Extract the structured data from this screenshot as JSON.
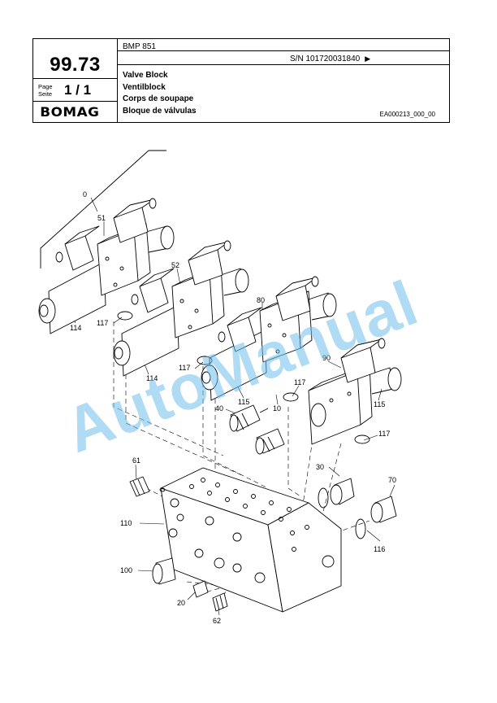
{
  "header": {
    "model": "BMP 851",
    "serial": "S/N 101720031840",
    "serial_arrow": "▶",
    "page_code": "99.73",
    "page_label_1": "Page",
    "page_label_2": "Seite",
    "page_number": "1 / 1",
    "logo": "BOMAG",
    "titles": [
      "Valve Block",
      "Ventilblock",
      "Corps de soupape",
      "Bloque de válvulas"
    ],
    "doc_id": "EA000213_000_00"
  },
  "watermark": "AutoManual",
  "part_labels": [
    "0",
    "51",
    "52",
    "80",
    "90",
    "114",
    "117",
    "114",
    "117",
    "115",
    "117",
    "115",
    "117",
    "40",
    "10",
    "61",
    "30",
    "70",
    "110",
    "116",
    "100",
    "20",
    "62"
  ]
}
